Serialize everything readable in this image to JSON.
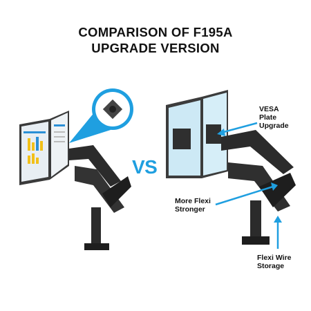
{
  "header": {
    "line1": "COMPARISON OF F195A",
    "line2": "UPGRADE VERSION"
  },
  "vs_label": "VS",
  "callouts": {
    "vesa": [
      "VESA",
      "Plate",
      "Upgrade"
    ],
    "flexi": [
      "More Flexi",
      "Stronger"
    ],
    "wire": [
      "Flexi Wire",
      "Storage"
    ]
  },
  "colors": {
    "accent": "#1f9fe0",
    "arm": "#2b2b2b",
    "text": "#111111"
  },
  "icons": [
    "vesa-plate-magnifier-icon",
    "monitor-arm-icon"
  ]
}
